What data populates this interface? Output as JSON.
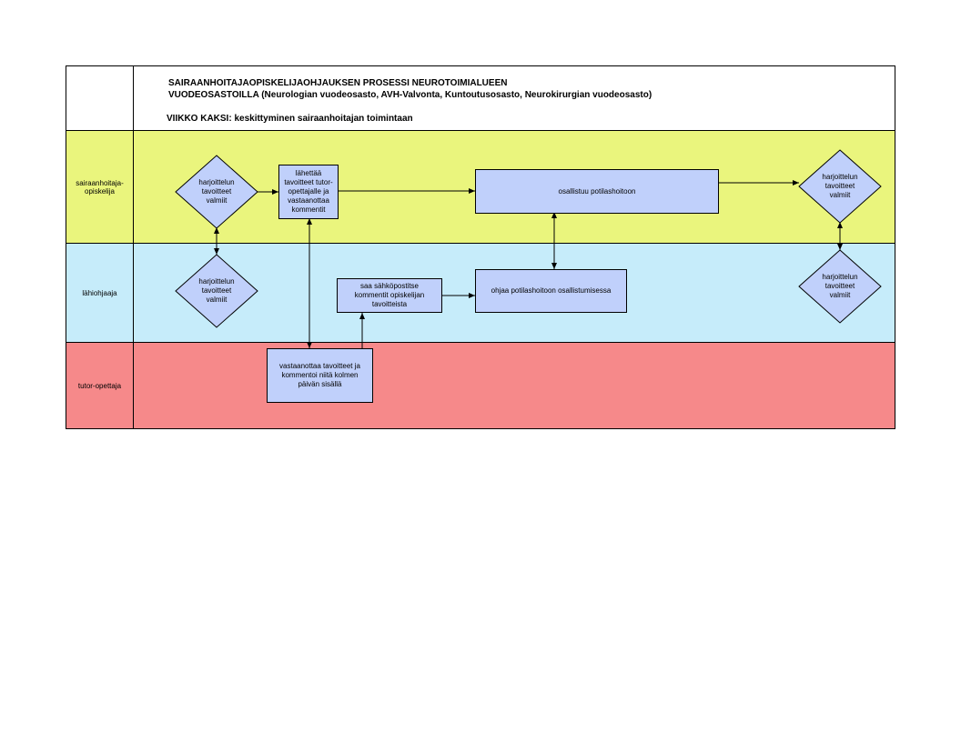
{
  "header": {
    "title_line1": "SAIRAANHOITAJAOPISKELIJAOHJAUKSEN PROSESSI NEUROTOIMIALUEEN",
    "title_line2": "VUODEOSASTOILLA (Neurologian vuodeosasto, AVH-Valvonta, Kuntoutusosasto, Neurokirurgian vuodeosasto)",
    "subtitle": "VIIKKO KAKSI: keskittyminen sairaanhoitajan toimintaan"
  },
  "lanes": {
    "student": {
      "label": "sairaanhoitaja-\nopiskelija",
      "color": "#eaf57d"
    },
    "supervisor": {
      "label": "lähiohjaaja",
      "color": "#c6ecfa"
    },
    "tutor": {
      "label": "tutor-opettaja",
      "color": "#f6898a"
    }
  },
  "nodes": {
    "d1": "harjoittelun\ntavoitteet\nvalmiit",
    "d2": "harjoittelun\ntavoitteet\nvalmiit",
    "d3": "harjoittelun\ntavoitteet\nvalmiit",
    "d4": "harjoittelun\ntavoitteet\nvalmiit",
    "b_send": "lähettää\ntavoitteet tutor-\nopettajalle ja\nvastaanottaa\nkommentit",
    "b_participate": "osallistuu potilashoitoon",
    "b_email": "saa sähköpostitse\nkommentit opiskelijan\ntavoitteista",
    "b_guide": "ohjaa potilashoitoon osallistumisessa",
    "b_tutor": "vastaanottaa tavoitteet ja\nkommentoi niitä kolmen\npäivän sisällä"
  },
  "colors": {
    "box_fill": "#c0d0fb",
    "diamond_fill": "#c0d0fb",
    "border": "#000000"
  }
}
